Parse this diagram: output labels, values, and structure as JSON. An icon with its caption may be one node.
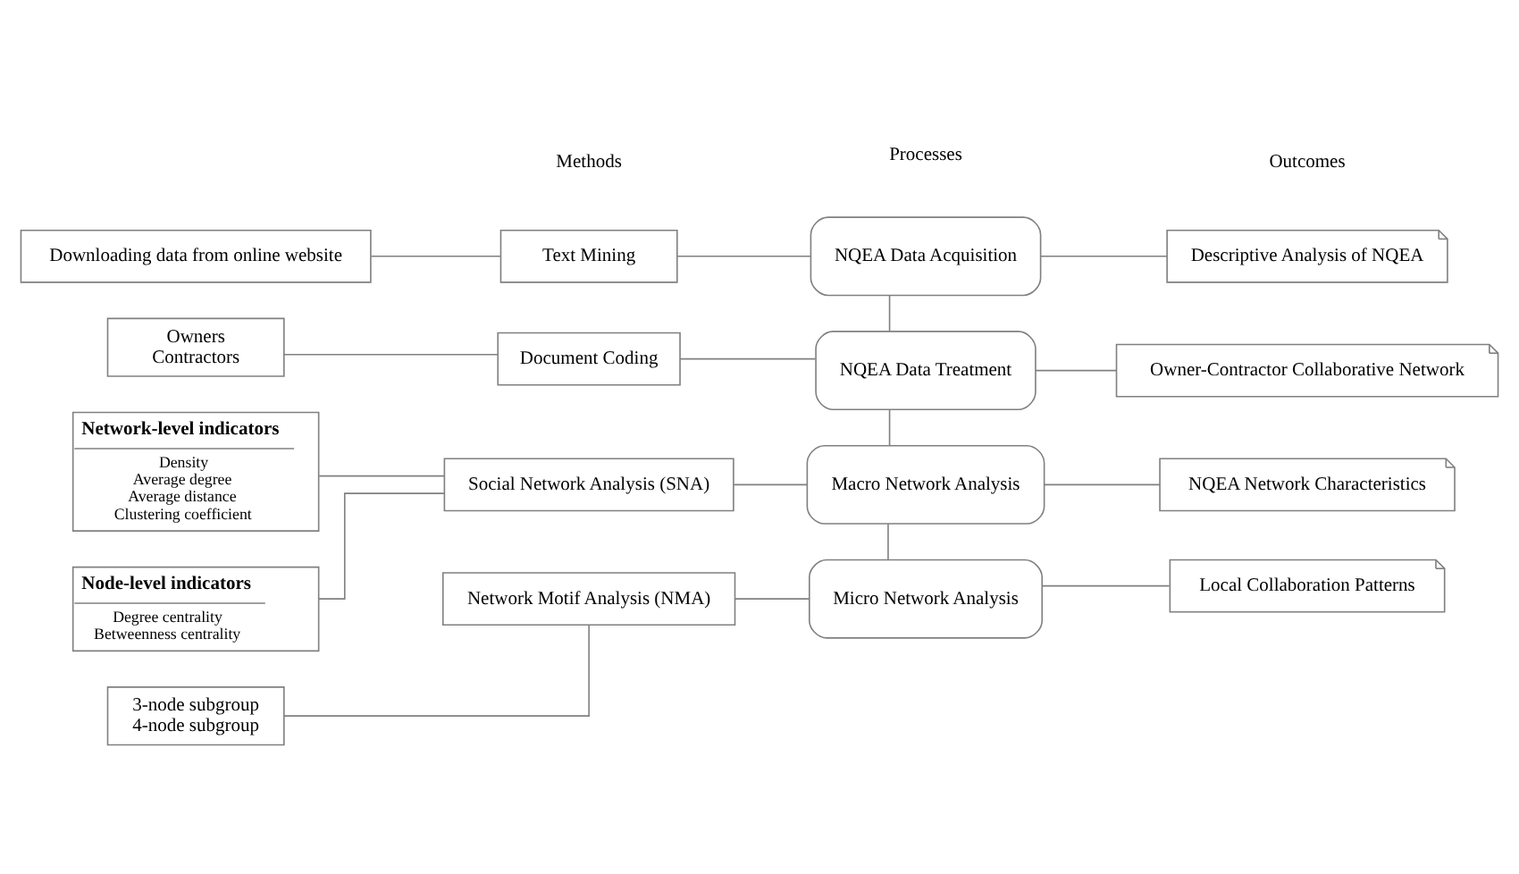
{
  "diagram": {
    "nodes": [
      {
        "text": [
          "Downloading data from online website"
        ]
      },
      {
        "text": [
          "Text Mining"
        ]
      },
      {
        "text": [
          "NQEA Data Acquisition"
        ]
      },
      {
        "text": [
          "Descriptive Analysis of NQEA"
        ]
      },
      {
        "text": [
          "Owners",
          "Contractors"
        ]
      },
      {
        "text": [
          "Document Coding"
        ]
      },
      {
        "text": [
          "NQEA Data Treatment"
        ]
      },
      {
        "text": [
          "Owner-Contractor Collaborative Network"
        ]
      },
      {
        "text": [
          "Network-level indicators",
          "Density",
          "Average degree",
          "Average distance",
          "Clustering coefficient"
        ]
      },
      {
        "text": [
          "Social Network Analysis (SNA)"
        ]
      },
      {
        "text": [
          "Macro Network Analysis"
        ]
      },
      {
        "text": [
          "NQEA Network Characteristics"
        ]
      },
      {
        "text": [
          "Node-level indicators",
          "Degree centrality",
          "Betweenness centrality"
        ]
      },
      {
        "text": [
          "3-node subgroup",
          "4-node subgroup"
        ]
      },
      {
        "text": [
          "Network Motif Analysis (NMA)"
        ]
      },
      {
        "text": [
          "Micro Network Analysis"
        ]
      },
      {
        "text": [
          "Local Collaboration Patterns"
        ]
      }
    ],
    "edges": [
      {
        "from": 0,
        "to": 1,
        "arrow": "none"
      },
      {
        "from": 1,
        "to": 2,
        "arrow": "none"
      },
      {
        "from": 2,
        "to": 3,
        "arrow": "none"
      },
      {
        "from": 4,
        "to": 5,
        "arrow": "none"
      },
      {
        "from": 5,
        "to": 6,
        "arrow": "none"
      },
      {
        "from": 6,
        "to": 7,
        "arrow": "none"
      },
      {
        "from": 8,
        "to": 9,
        "arrow": "none"
      },
      {
        "from": 12,
        "to": 9,
        "arrow": "none"
      },
      {
        "from": 9,
        "to": 10,
        "arrow": "none"
      },
      {
        "from": 10,
        "to": 11,
        "arrow": "none"
      },
      {
        "from": 13,
        "to": 14,
        "arrow": "none"
      },
      {
        "from": 14,
        "to": 15,
        "arrow": "none"
      },
      {
        "from": 15,
        "to": 16,
        "arrow": "none"
      },
      {
        "from": 2,
        "to": 6,
        "arrow": "none"
      },
      {
        "from": 6,
        "to": 10,
        "arrow": "none"
      },
      {
        "from": 10,
        "to": 15,
        "arrow": "none"
      }
    ],
    "labels": [
      "Methods",
      "Processes",
      "Outcomes"
    ]
  }
}
